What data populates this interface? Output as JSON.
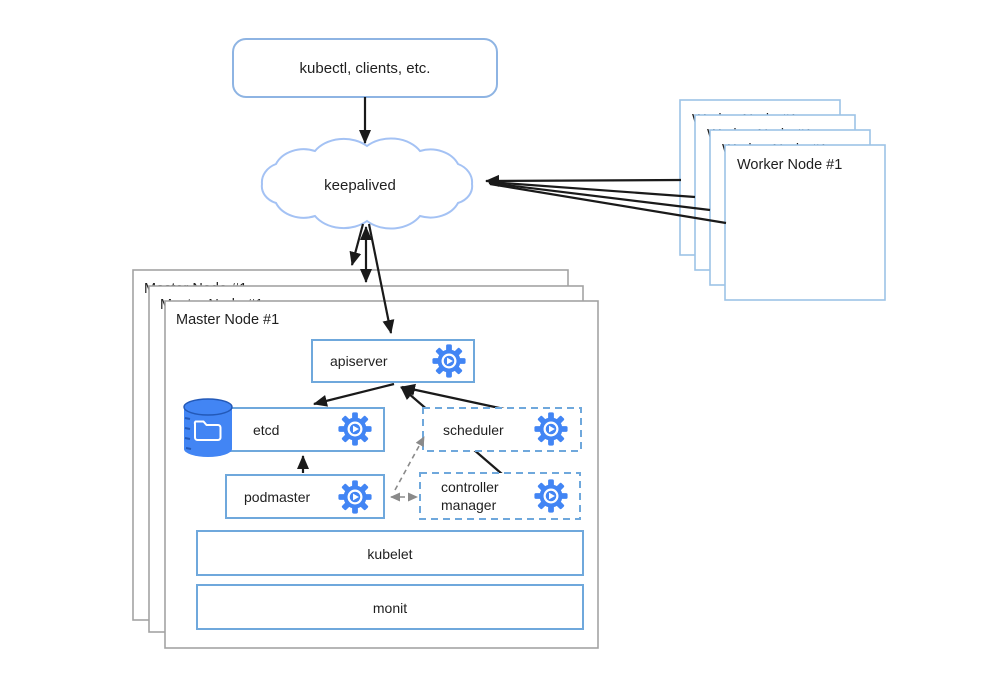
{
  "clients_box": {
    "label": "kubectl, clients, etc."
  },
  "cloud": {
    "label": "keepalived"
  },
  "worker_stack": {
    "label": "Worker Node #1",
    "count": 4
  },
  "master_stack": {
    "label": "Master Node #1",
    "count": 3
  },
  "components": {
    "apiserver": {
      "label": "apiserver"
    },
    "etcd": {
      "label": "etcd"
    },
    "scheduler": {
      "label": "scheduler"
    },
    "podmaster": {
      "label": "podmaster"
    },
    "controller_manager": {
      "lines": [
        "controller",
        "manager"
      ]
    },
    "kubelet": {
      "label": "kubelet"
    },
    "monit": {
      "label": "monit"
    }
  },
  "icons": {
    "gear": "gear-icon",
    "database": "database-cylinder-icon",
    "folder": "folder-icon"
  },
  "colors": {
    "accent_blue": "#4285F4",
    "accent_dark": "#2359B8",
    "component_border": "#6FA8DC",
    "node_border_blue": "#9DC3E6",
    "node_border_gray": "#A3A3A3",
    "client_border": "#8EB4E3",
    "cloud_border": "#A4C2F4",
    "arrow_black": "#1A1A1A",
    "arrow_gray": "#8A8A8A"
  }
}
